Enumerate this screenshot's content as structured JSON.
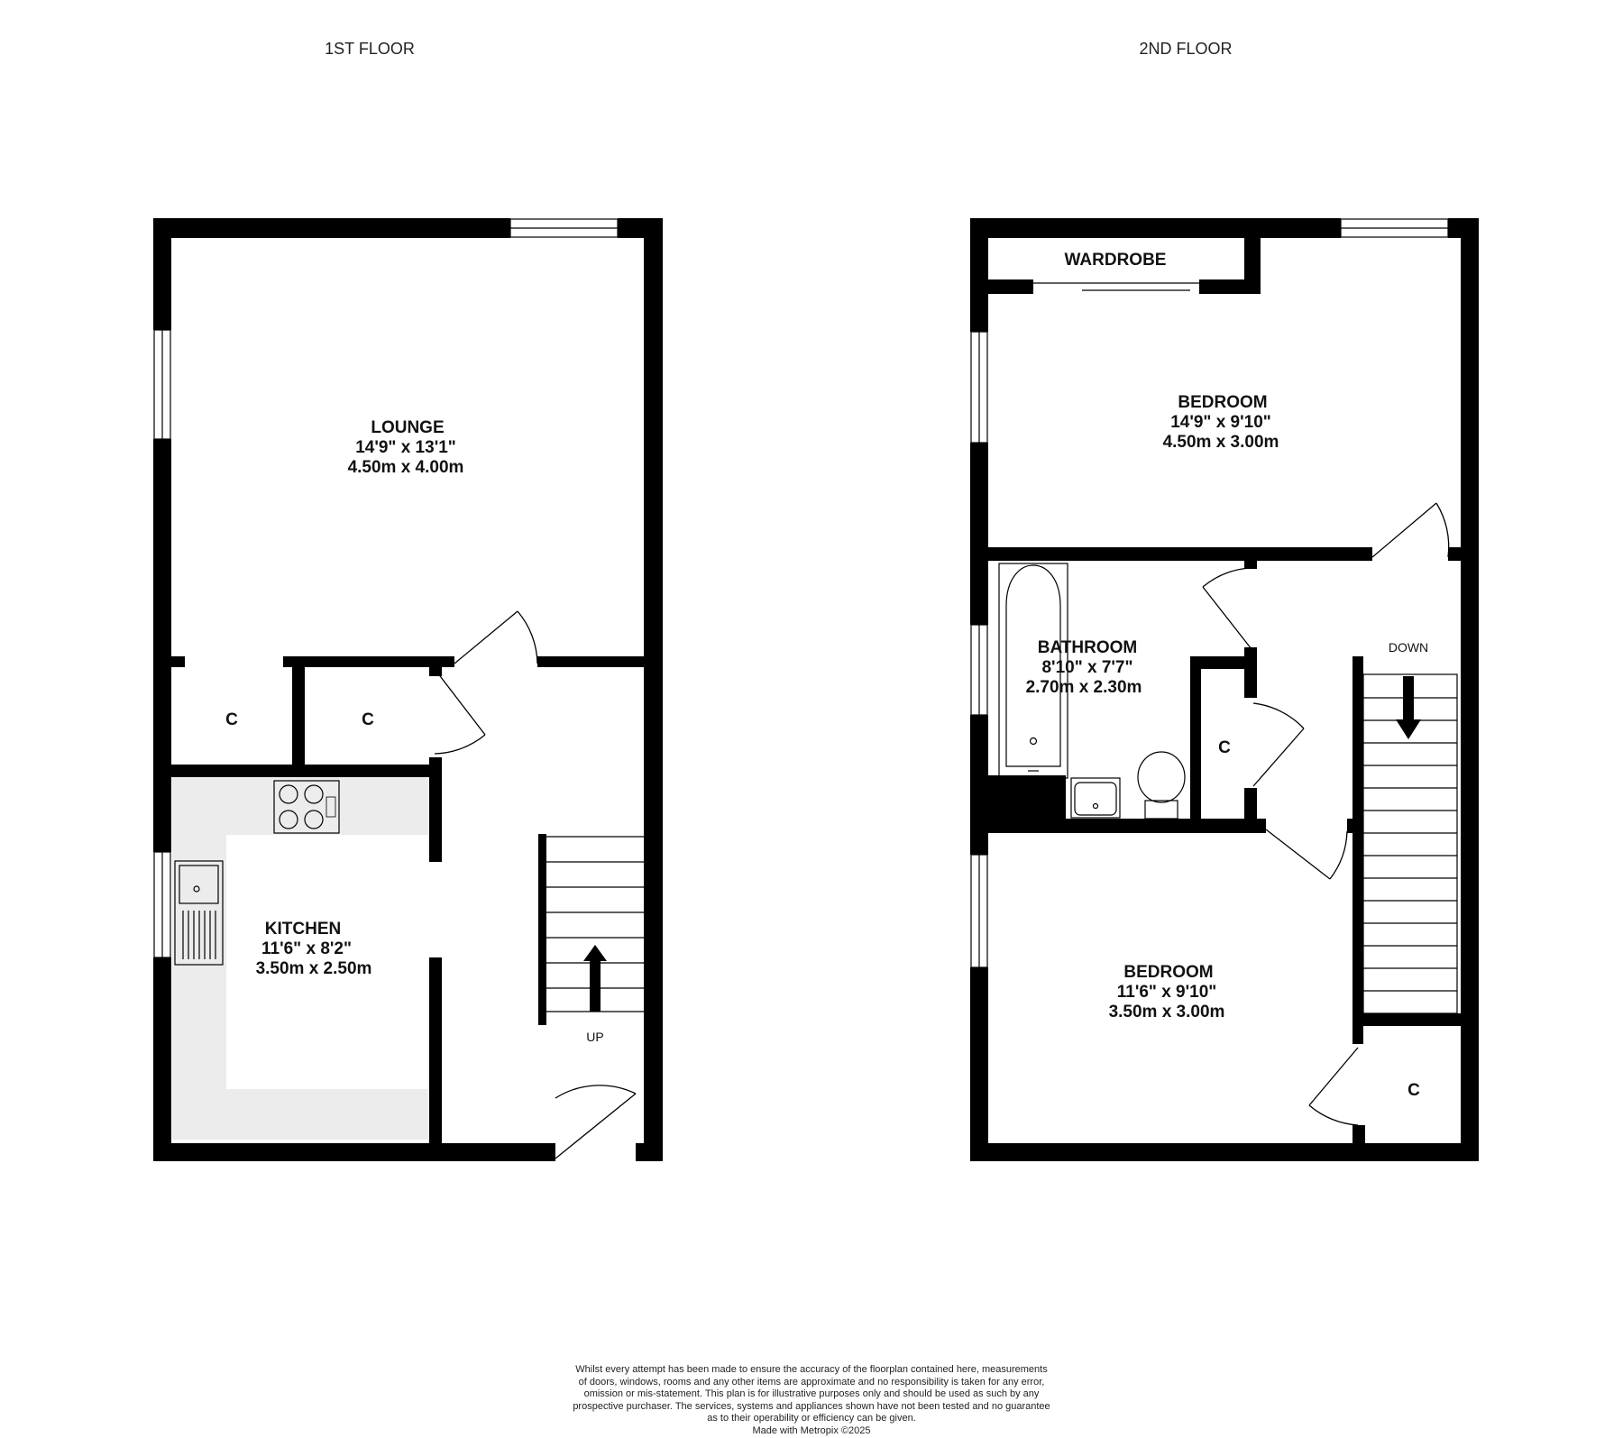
{
  "floors": [
    {
      "title": "1ST FLOOR"
    },
    {
      "title": "2ND FLOOR"
    }
  ],
  "rooms": {
    "lounge": {
      "name": "LOUNGE",
      "dim_imperial": "14'9\"  x 13'1\"",
      "dim_metric": "4.50m  x 4.00m"
    },
    "kitchen": {
      "name": "KITCHEN",
      "dim_imperial": "11'6\"  x 8'2\"",
      "dim_metric": "3.50m  x 2.50m"
    },
    "bedroom_1": {
      "name": "BEDROOM",
      "dim_imperial": "14'9\"  x 9'10\"",
      "dim_metric": "4.50m  x 3.00m"
    },
    "bathroom": {
      "name": "BATHROOM",
      "dim_imperial": "8'10\"  x 7'7\"",
      "dim_metric": "2.70m  x 2.30m"
    },
    "bedroom_2": {
      "name": "BEDROOM",
      "dim_imperial": "11'6\"  x 9'10\"",
      "dim_metric": "3.50m  x 3.00m"
    },
    "wardrobe": {
      "name": "WARDROBE"
    }
  },
  "cupboard_label": "C",
  "stairs": {
    "up_label": "UP",
    "down_label": "DOWN"
  },
  "disclaimer": {
    "lines": [
      "Whilst every attempt has been made to ensure the accuracy of the floorplan contained here, measurements",
      "of doors, windows, rooms and any other items are approximate and no responsibility is taken for any error,",
      "omission or mis-statement. This plan is for illustrative purposes only and should be used as such by any",
      "prospective purchaser. The services, systems and appliances shown have not been tested and no guarantee",
      "as to their operability or efficiency can be given.",
      "Made with Metropix ©2025"
    ]
  },
  "colors": {
    "wall": "#000000",
    "counter": "#ececec",
    "background": "#ffffff"
  }
}
